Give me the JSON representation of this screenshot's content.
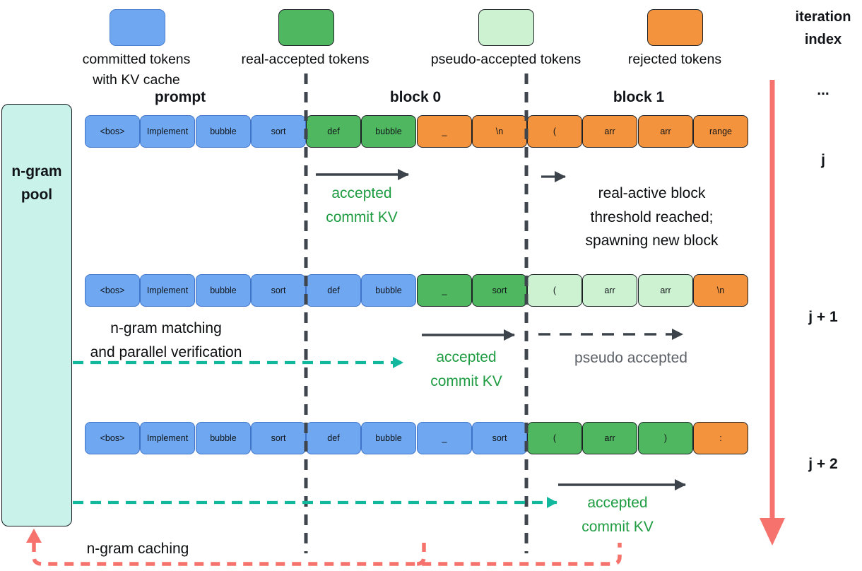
{
  "colors": {
    "blue": "#6FA7F0",
    "green": "#4FB75F",
    "lightgreen": "#CDF2D2",
    "orange": "#F3933E",
    "pool": "#C9F2EA",
    "red": "#F5736C",
    "teal": "#12B89E",
    "dark": "#3C434A",
    "green_text": "#1E9C41",
    "gray_text": "#5C6167"
  },
  "legend": {
    "items": [
      {
        "label": "committed tokens\nwith KV cache",
        "color_key": "blue"
      },
      {
        "label": "real-accepted tokens",
        "color_key": "green"
      },
      {
        "label": "pseudo-accepted tokens",
        "color_key": "lightgreen"
      },
      {
        "label": "rejected tokens",
        "color_key": "orange"
      }
    ],
    "iteration_index_label": "iteration\nindex"
  },
  "pool": {
    "label": "n-gram\npool"
  },
  "section_headers": {
    "prompt": "prompt",
    "block0": "block 0",
    "block1": "block 1"
  },
  "iteration_labels": {
    "ellipsis": "...",
    "j": "j",
    "j1": "j + 1",
    "j2": "j + 2"
  },
  "rows": [
    {
      "tokens": [
        {
          "t": "<bos>",
          "k": "blue"
        },
        {
          "t": "Implement",
          "k": "blue"
        },
        {
          "t": "bubble",
          "k": "blue"
        },
        {
          "t": "sort",
          "k": "blue"
        },
        {
          "t": "def",
          "k": "green"
        },
        {
          "t": "bubble",
          "k": "green"
        },
        {
          "t": "_",
          "k": "orange"
        },
        {
          "t": "\\n",
          "k": "orange"
        },
        {
          "t": "(",
          "k": "orange"
        },
        {
          "t": "arr",
          "k": "orange"
        },
        {
          "t": "arr",
          "k": "orange"
        },
        {
          "t": "range",
          "k": "orange"
        }
      ]
    },
    {
      "tokens": [
        {
          "t": "<bos>",
          "k": "blue"
        },
        {
          "t": "Implement",
          "k": "blue"
        },
        {
          "t": "bubble",
          "k": "blue"
        },
        {
          "t": "sort",
          "k": "blue"
        },
        {
          "t": "def",
          "k": "blue"
        },
        {
          "t": "bubble",
          "k": "blue"
        },
        {
          "t": "_",
          "k": "green"
        },
        {
          "t": "sort",
          "k": "green"
        },
        {
          "t": "(",
          "k": "lightgreen"
        },
        {
          "t": "arr",
          "k": "lightgreen"
        },
        {
          "t": "arr",
          "k": "lightgreen"
        },
        {
          "t": "\\n",
          "k": "orange"
        }
      ]
    },
    {
      "tokens": [
        {
          "t": "<bos>",
          "k": "blue"
        },
        {
          "t": "Implement",
          "k": "blue"
        },
        {
          "t": "bubble",
          "k": "blue"
        },
        {
          "t": "sort",
          "k": "blue"
        },
        {
          "t": "def",
          "k": "blue"
        },
        {
          "t": "bubble",
          "k": "blue"
        },
        {
          "t": "_",
          "k": "blue"
        },
        {
          "t": "sort",
          "k": "blue"
        },
        {
          "t": "(",
          "k": "green"
        },
        {
          "t": "arr",
          "k": "green"
        },
        {
          "t": ")",
          "k": "green"
        },
        {
          "t": ":",
          "k": "orange"
        }
      ]
    }
  ],
  "annotations": {
    "r1_accept": "accepted\ncommit KV",
    "r1_note": "real-active block\nthreshold reached;\nspawning new block",
    "r2_match": "n-gram matching\nand parallel verification",
    "r2_accept": "accepted\ncommit KV",
    "r2_pseudo": "pseudo accepted",
    "r3_accept": "accepted\ncommit KV",
    "caching": "n-gram caching"
  }
}
